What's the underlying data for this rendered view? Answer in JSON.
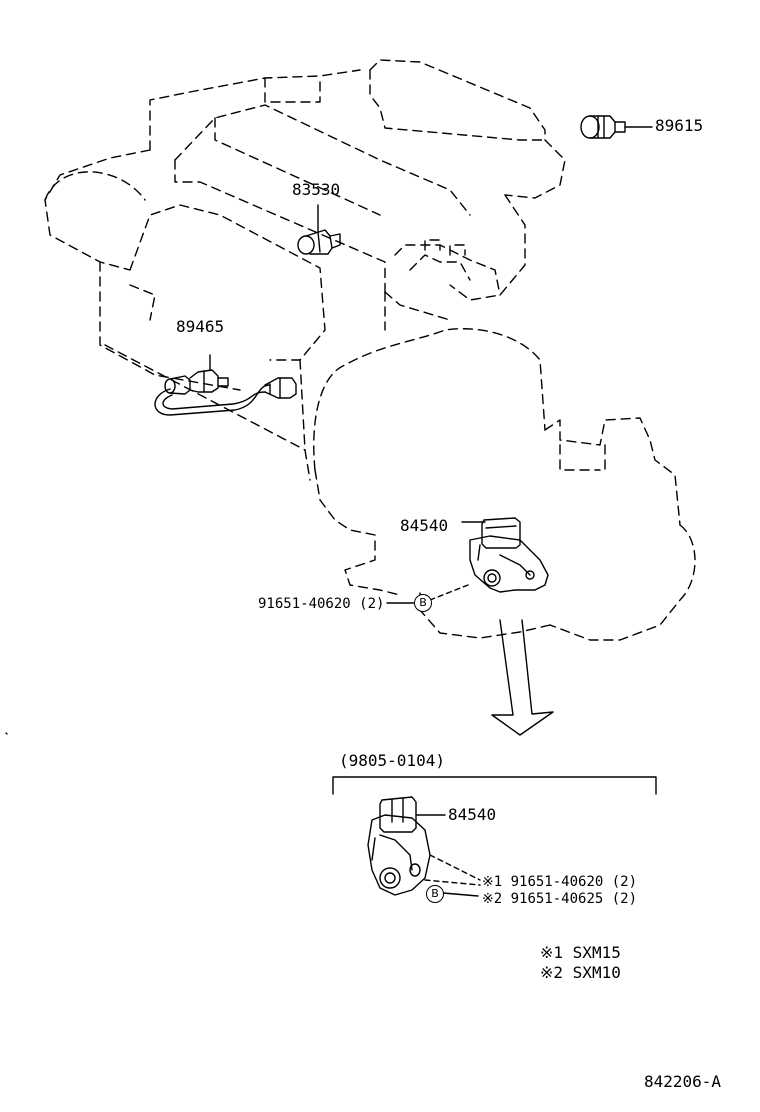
{
  "parts": {
    "p89615": "89615",
    "p83530": "83530",
    "p89465": "89465",
    "p84540_main": "84540",
    "bolt_main": "91651-40620 (2)",
    "date_range": "(9805-0104)",
    "p84540_inset": "84540",
    "bolt_inset_1": "※1 91651-40620 (2)",
    "bolt_inset_2": "※2 91651-40625 (2)"
  },
  "ref_mark": "B",
  "notes": {
    "note1": "※1 SXM15",
    "note2": "※2 SXM10"
  },
  "diagram_id": "842206-A"
}
